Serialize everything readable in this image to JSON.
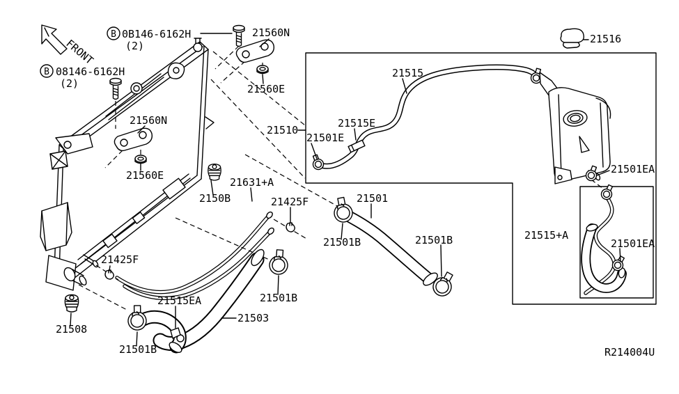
{
  "labels": {
    "front": "FRONT",
    "code": "R214004U",
    "bolt_top": {
      "b": "B",
      "num": "0B146-6162H",
      "qty": "(2)"
    },
    "bolt_side": {
      "b": "B",
      "num": "08146-6162H",
      "qty": "(2)"
    },
    "p21560n": "21560N",
    "p21560e": "21560E",
    "p21510": "21510",
    "p21516": "21516",
    "p21515": "21515",
    "p21515e": "21515E",
    "p21501e": "21501E",
    "p21501ea": "21501EA",
    "p21515a": "21515+A",
    "p21501": "21501",
    "p21501b": "21501B",
    "p21425f": "21425F",
    "p21631a": "21631+A",
    "p2150b": "2150B",
    "p21508": "21508",
    "p21503": "21503",
    "p21515ea": "21515EA"
  },
  "colors": {
    "line": "#000000",
    "background": "#ffffff"
  }
}
